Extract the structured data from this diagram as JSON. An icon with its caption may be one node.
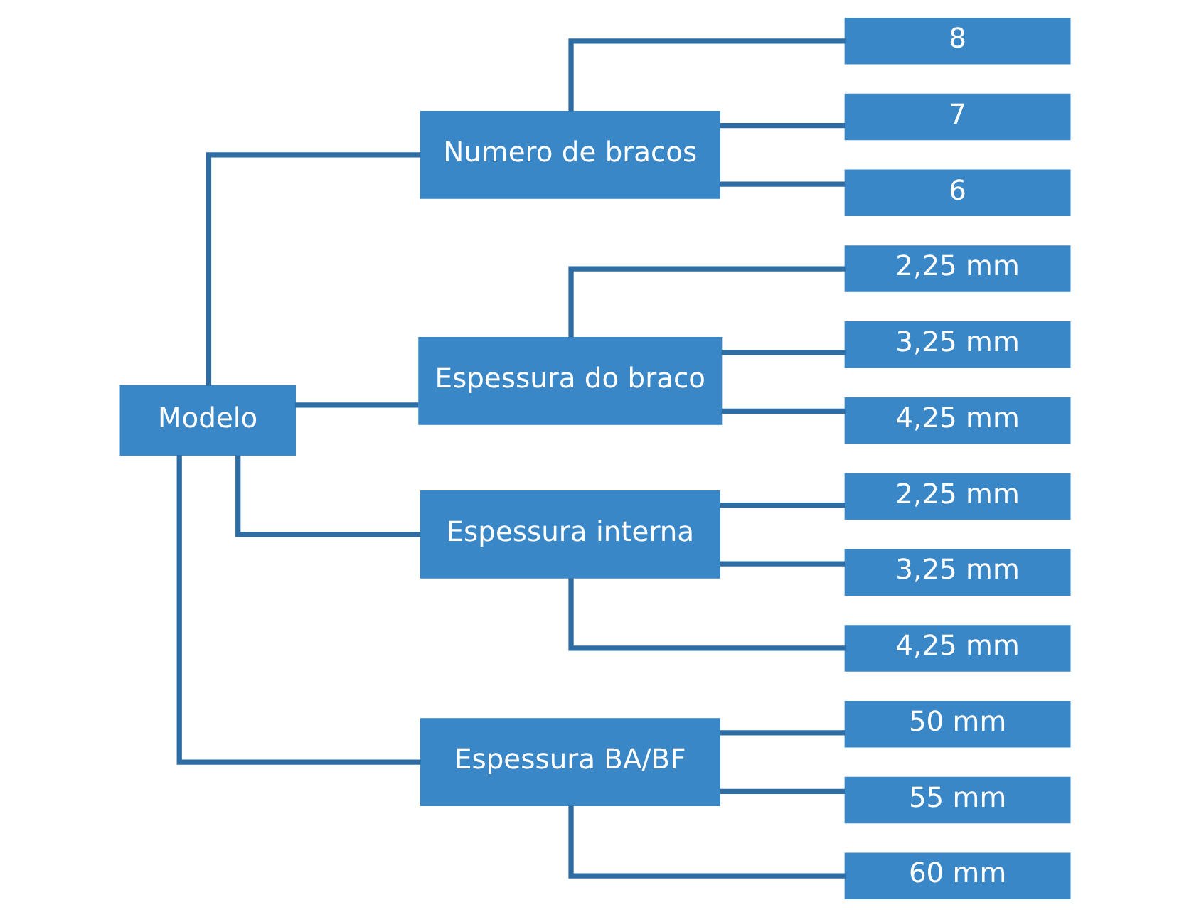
{
  "diagram": {
    "nodes": [
      {
        "text": [
          "Modelo"
        ]
      },
      {
        "text": [
          "Numero de bracos"
        ]
      },
      {
        "text": [
          "8"
        ]
      },
      {
        "text": [
          "7"
        ]
      },
      {
        "text": [
          "6"
        ]
      },
      {
        "text": [
          "Espessura do braco"
        ]
      },
      {
        "text": [
          "2,25 mm"
        ]
      },
      {
        "text": [
          "3,25 mm"
        ]
      },
      {
        "text": [
          "4,25 mm"
        ]
      },
      {
        "text": [
          "Espessura interna"
        ]
      },
      {
        "text": [
          "2,25 mm"
        ]
      },
      {
        "text": [
          "3,25 mm"
        ]
      },
      {
        "text": [
          "4,25 mm"
        ]
      },
      {
        "text": [
          "Espessura BA/BF"
        ]
      },
      {
        "text": [
          "50 mm"
        ]
      },
      {
        "text": [
          "55 mm"
        ]
      },
      {
        "text": [
          "60 mm"
        ]
      }
    ],
    "edges": [
      {
        "from": 0,
        "to": 1,
        "arrow": "none"
      },
      {
        "from": 0,
        "to": 5,
        "arrow": "none"
      },
      {
        "from": 0,
        "to": 9,
        "arrow": "none"
      },
      {
        "from": 0,
        "to": 13,
        "arrow": "none"
      },
      {
        "from": 1,
        "to": 2,
        "arrow": "none"
      },
      {
        "from": 1,
        "to": 3,
        "arrow": "none"
      },
      {
        "from": 1,
        "to": 4,
        "arrow": "none"
      },
      {
        "from": 5,
        "to": 6,
        "arrow": "none"
      },
      {
        "from": 5,
        "to": 7,
        "arrow": "none"
      },
      {
        "from": 5,
        "to": 8,
        "arrow": "none"
      },
      {
        "from": 9,
        "to": 10,
        "arrow": "none"
      },
      {
        "from": 9,
        "to": 11,
        "arrow": "none"
      },
      {
        "from": 9,
        "to": 12,
        "arrow": "none"
      },
      {
        "from": 13,
        "to": 14,
        "arrow": "none"
      },
      {
        "from": 13,
        "to": 15,
        "arrow": "none"
      },
      {
        "from": 13,
        "to": 16,
        "arrow": "none"
      }
    ]
  }
}
